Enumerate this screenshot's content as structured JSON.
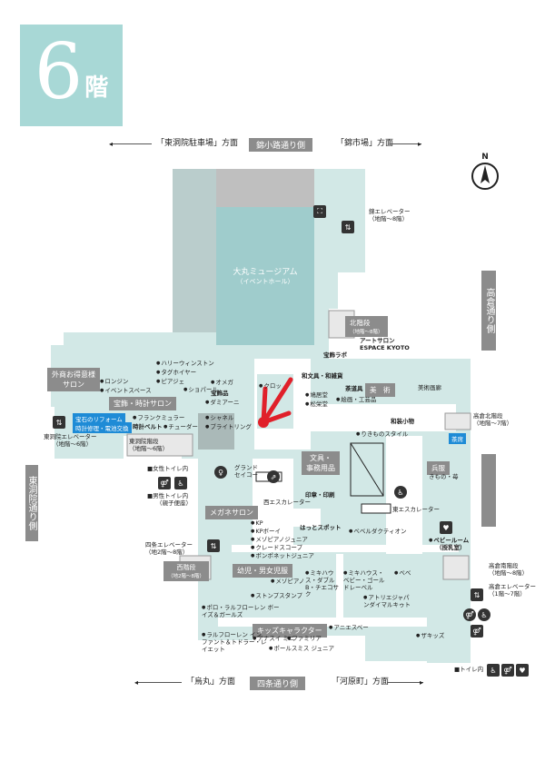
{
  "floor": {
    "number": "6",
    "kai": "階"
  },
  "streets": {
    "top_left": "「東洞院駐車場」方面",
    "top_center": "錦小路通り側",
    "top_right": "「錦市場」方面",
    "bottom_left": "「烏丸」方面",
    "bottom_center": "四条通り側",
    "bottom_right": "「河原町」方面",
    "left": "東洞院通り側",
    "right": "高倉通り側"
  },
  "compass": "N",
  "areas": {
    "museum_title": "大丸ミュージアム",
    "museum_sub": "（イベントホール）",
    "vip_salon_1": "外商お得意様",
    "vip_salon_2": "サロン",
    "jewelry_salon": "宝飾・時計サロン",
    "megane_salon": "メガネサロン",
    "youji_danjo": "幼児・男女児服",
    "kids_character": "キッズキャラクター",
    "bunbougu": "文具・",
    "jimu_youhin": "事務用品",
    "bijutsu": "美　術",
    "heigo": "兵服",
    "kita_stairs": "北階段",
    "kita_stairs_sub": "（地階〜8階）",
    "nishi_stairs": "西階段",
    "nishi_stairs_sub": "（地2階〜8階）"
  },
  "shops": {
    "harry_winston": "ハリーウィンストン",
    "tag_heuer": "タグホイヤー",
    "piaget": "ピアジェ",
    "chopard": "ショパール",
    "omega": "オメガ",
    "longines": "ロンジン",
    "event_space": "イベントスペース",
    "hosekihin": "宝飾品",
    "damiani": "ダミアーニ",
    "franck_muller": "フランクミュラー",
    "tokei_belt": "時計ベルト",
    "tudor": "チューダー",
    "chanel": "シャネル",
    "breitling": "ブライトリング",
    "housekiseki_reform": "宝石のリフォーム",
    "tokei_shuri": "時計修理・電池交換",
    "cloth_label": "クロッ",
    "wabun": "和文具・和雑貨",
    "kyukyodo": "鳩居堂",
    "shoeido": "松栄堂",
    "chadougu": "茶道具",
    "kaiga_kougei": "絵画・工芸品",
    "bijutsu_garou": "美術画廊",
    "wasou_komono": "和装小物",
    "rikimono_style": "りきものスタイル",
    "artsalon": "アートサロン",
    "espace_kyoto": "ESPACE KYOTO",
    "hoseki_lab": "宝飾ラボ",
    "grand_seiko_1": "グランド",
    "grand_seiko_2": "セイコー",
    "inkan": "印章・印刷",
    "hattori_spot": "はっとスポット",
    "beberdakuthion": "べベルダクティオン",
    "kimono_no": "きもの・苺",
    "baby_room": "ベビールーム",
    "baby_room_sub": "（授乳室）",
    "kp": "KP",
    "kp_boy": "KPボーイ",
    "mezzo_piano_jr": "メゾピアノジュニア",
    "creed_scope": "クレードスコープ",
    "pompon_junior": "ポンポネットジュニア",
    "mezzo_piano": "メゾピアノ",
    "stomp_stamp": "ストンプスタンプ",
    "mikihouse_double_b": "ミキハウス・ダブルB・チエコサク",
    "mikihouse_baby": "ミキハウス・ベビー・ゴールドレーベル",
    "bebe": "べべ",
    "atelier_japan": "アトリエジャパンダイマルキゥト",
    "polo_boys": "ポロ・ラルフローレン ボーイズ＆ガールズ",
    "ralph_infant": "ラルフローレン インファント＆トドラー・レイエット",
    "anna_sui_mini": "アナスイ ミニ",
    "familiar": "ファミリア",
    "anniesbay": "アニエスベー",
    "the_kids": "ザキッズ",
    "paul_smith_jr": "ポールスミス ジュニア"
  },
  "facilities": {
    "nishiki_elevator": "錦エレベーター",
    "nishiki_elevator_sub": "（地階〜8階）",
    "higashi_toin_elevator_l": "東洞院エレベーター",
    "higashi_toin_elevator_l_sub": "（地階〜6階）",
    "higashi_toin_stairs": "東洞院階段",
    "higashi_toin_stairs_sub": "（地階〜6階）",
    "takakura_north_stairs": "高倉北階段",
    "takakura_north_stairs_sub": "（地階〜7階）",
    "takakura_south_stairs": "高倉南階段",
    "takakura_south_stairs_sub": "（地階〜8階）",
    "takakura_elevator": "高倉エレベーター",
    "takakura_elevator_sub": "（1階〜7階）",
    "shijo_elevator": "四条エレベーター",
    "shijo_elevator_sub": "（地2階〜8階）",
    "nishi_escalator": "西エスカレーター",
    "higashi_escalator": "東エスカレーター",
    "female_toilet": "女性トイレ内",
    "male_toilet": "男性トイレ内",
    "male_toilet_sub": "（親子便座）",
    "toilet_inside": "トイレ内",
    "akashi": "茶席"
  }
}
